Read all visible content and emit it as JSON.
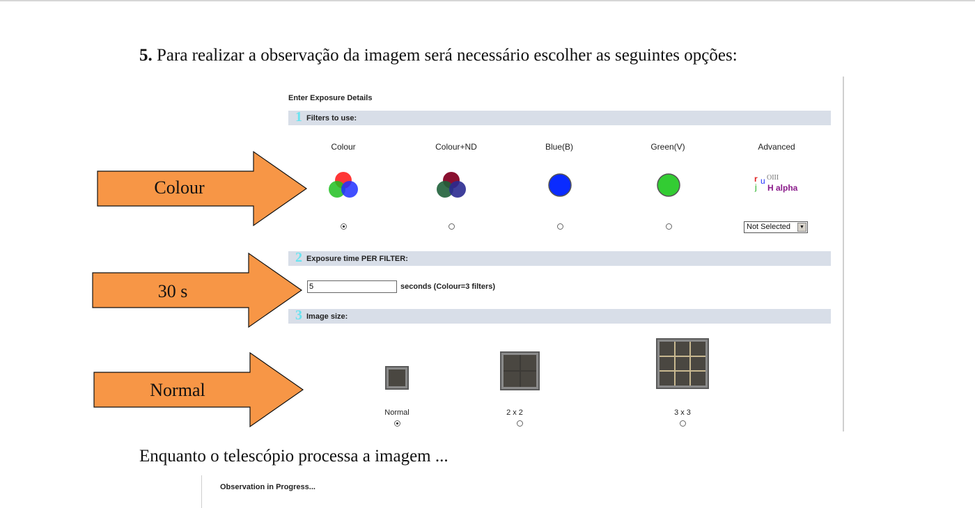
{
  "heading": {
    "num": "5.",
    "text": "Para realizar a observação da imagem será necessário escolher as seguintes opções:"
  },
  "panel": {
    "title": "Enter Exposure Details",
    "sections": [
      {
        "num": "1",
        "label": "Filters to use:"
      },
      {
        "num": "2",
        "label": "Exposure time PER FILTER:"
      },
      {
        "num": "3",
        "label": "Image size:"
      }
    ],
    "filters": [
      "Colour",
      "Colour+ND",
      "Blue(B)",
      "Green(V)",
      "Advanced"
    ],
    "advanced_select": "Not Selected",
    "advanced_icon": {
      "r": "r",
      "u": "u",
      "j": "j",
      "o3": "OIII",
      "ha": "H alpha"
    },
    "exposure_value": "5",
    "exposure_note": "seconds (Colour=3 filters)",
    "sizes": [
      "Normal",
      "2 x 2",
      "3 x 3"
    ],
    "selected_filter": "Colour",
    "selected_size": "Normal"
  },
  "arrows": {
    "colour": "Colour",
    "time": "30 s",
    "size": "Normal"
  },
  "bottom_text": "Enquanto o telescópio processa a imagem ...",
  "progress_text": "Observation in Progress...",
  "colors": {
    "arrow_fill": "#f79646",
    "section_bar": "#d8dee8",
    "section_num": "#69e3f0",
    "blue": "#0a2bff",
    "green": "#33cc33"
  }
}
